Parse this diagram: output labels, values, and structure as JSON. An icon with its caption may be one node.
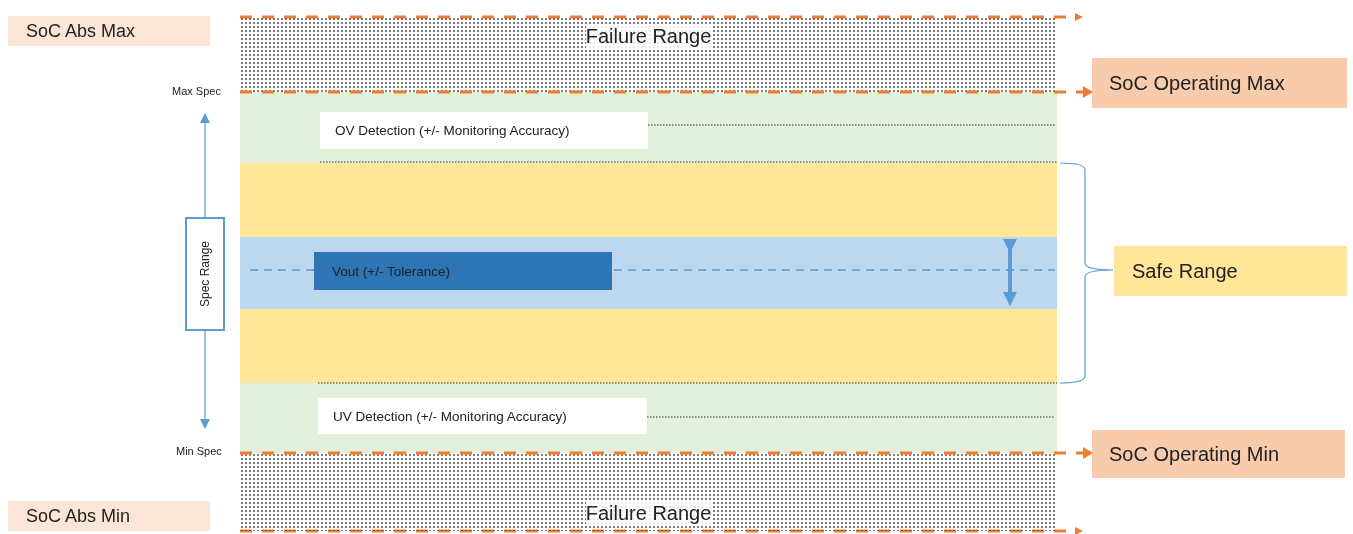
{
  "diagram": {
    "nodes": [
      {
        "text": [
          "SoC Abs Max"
        ]
      },
      {
        "text": [
          "Failure Range"
        ]
      },
      {
        "text": [
          "SoC Operating Max"
        ]
      },
      {
        "text": [
          "OV Detection (+/- Monitoring Accuracy)"
        ]
      },
      {
        "text": [
          "Spec Range"
        ]
      },
      {
        "text": [
          "Vout (+/- Tolerance)"
        ]
      },
      {
        "text": [
          "Safe Range"
        ]
      },
      {
        "text": [
          "UV Detection (+/- Monitoring Accuracy)"
        ]
      },
      {
        "text": [
          "SoC Operating Min"
        ]
      },
      {
        "text": [
          "SoC Abs Min"
        ]
      },
      {
        "text": [
          "Failure Range"
        ]
      }
    ],
    "edges": [
      {
        "from": 1,
        "to": 2,
        "arrow": "to",
        "style": "dashed"
      },
      {
        "from": 10,
        "to": 8,
        "arrow": "to",
        "style": "dashed"
      }
    ],
    "labels": [
      "Max Spec",
      "Min Spec"
    ]
  }
}
